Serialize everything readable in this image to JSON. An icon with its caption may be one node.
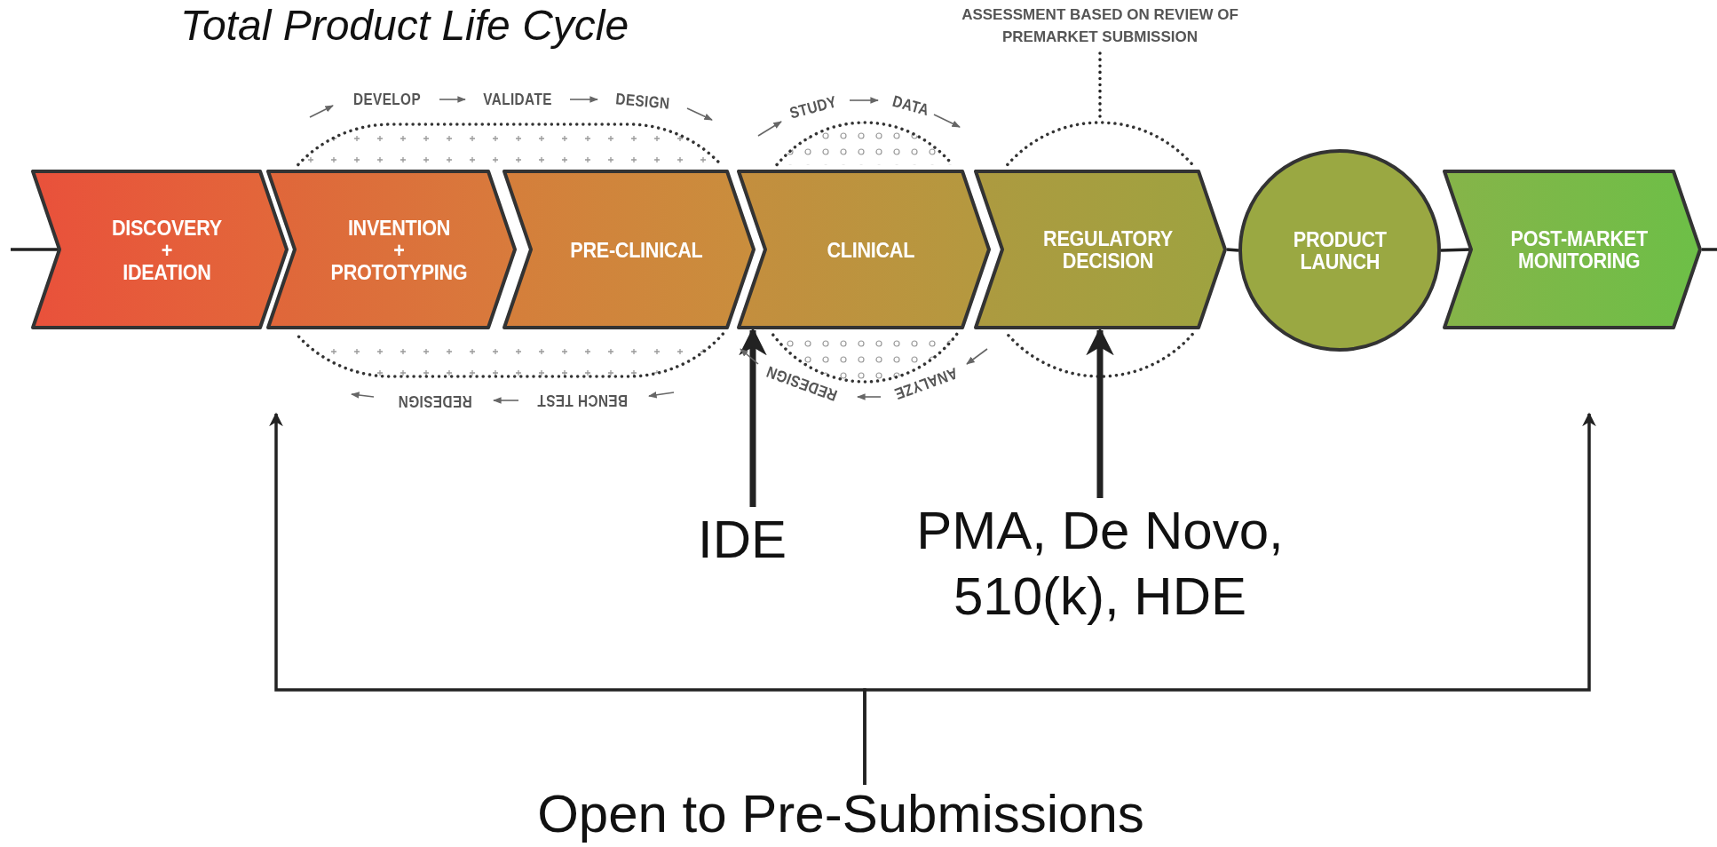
{
  "diagram": {
    "title": "Total Product Life Cycle",
    "nodes": [
      {
        "text": [
          "ASSESSMENT BASED ON REVIEW OF PREMARKET SUBMISSION"
        ]
      },
      {
        "text": [
          "DISCOVERY + IDEATION"
        ]
      },
      {
        "text": [
          "INVENTION + PROTOTYPING"
        ]
      },
      {
        "text": [
          "PRE-CLINICAL"
        ]
      },
      {
        "text": [
          "CLINICAL"
        ]
      },
      {
        "text": [
          "REGULATORY DECISION"
        ]
      },
      {
        "text": [
          "PRODUCT LAUNCH"
        ]
      },
      {
        "text": [
          "POST-MARKET MONITORING"
        ]
      },
      {
        "text": [
          "IDE"
        ]
      },
      {
        "text": [
          "PMA, De Novo, 510(k), HDE"
        ]
      },
      {
        "text": [
          "Open to Pre-Submissions"
        ]
      }
    ],
    "edges": [
      {
        "from": null,
        "to": 1,
        "arrow": "none"
      },
      {
        "from": 5,
        "to": 6,
        "arrow": "none"
      },
      {
        "from": 6,
        "to": 7,
        "arrow": "none"
      },
      {
        "from": 7,
        "to": null,
        "arrow": "none"
      },
      {
        "from": 0,
        "to": null,
        "arrow": "none",
        "style": "dashed"
      },
      {
        "from": 8,
        "to": 4,
        "arrow": "to",
        "style": "thick"
      },
      {
        "from": 9,
        "to": 5,
        "arrow": "to",
        "style": "thick"
      },
      {
        "from": 10,
        "to": null,
        "arrow": "to"
      },
      {
        "from": 10,
        "to": null,
        "arrow": "to"
      }
    ],
    "labels": [
      "DEVELOP",
      "VALIDATE",
      "DESIGN",
      "STUDY",
      "DATA",
      "REDESIGN",
      "BENCH TEST",
      "REDESIGN",
      "ANALYZE"
    ]
  }
}
